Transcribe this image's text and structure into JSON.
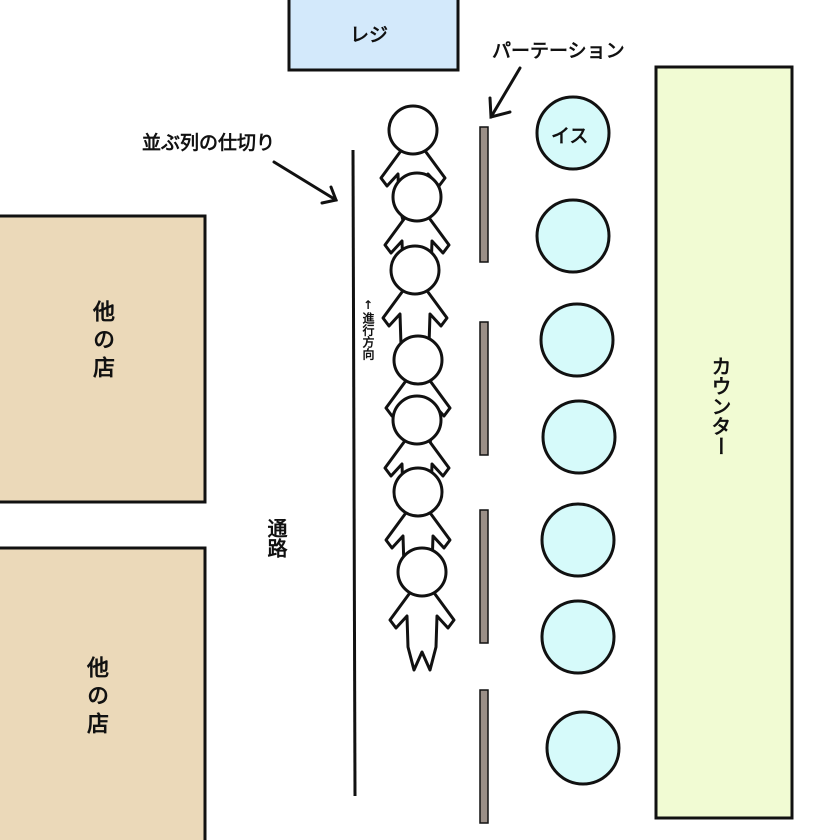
{
  "labels": {
    "register": "レジ",
    "partition": "パーテーション",
    "queue_divider": "並ぶ列の仕切り",
    "chair": "イス",
    "counter": "カウンター",
    "direction": "↑進行方向",
    "aisle": "通路",
    "other_store_top": "他の店",
    "other_store_bottom": "他の店"
  },
  "queue": {
    "people_count": 7
  },
  "chairs": {
    "count": 7
  },
  "partitions": {
    "count": 4
  },
  "colors": {
    "register": "#d3e9fb",
    "counter": "#f1fbd3",
    "chair": "#d6fafa",
    "partition": "#9b8f87",
    "store": "#ebd9b9"
  }
}
